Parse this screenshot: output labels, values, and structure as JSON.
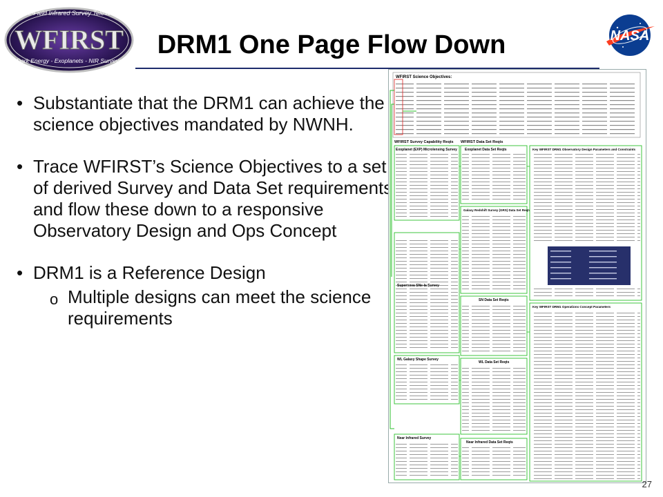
{
  "header": {
    "title": "DRM1 One Page Flow Down",
    "logo_left_text": "WFIRST",
    "logo_left_tagline": "Wide-Field Infrared Survey Telescope",
    "logo_left_subtitle": "Dark Energy - Exoplanets - NIR Surveys",
    "logo_right_text": "NASA"
  },
  "bullets": [
    {
      "text": "Substantiate that the DRM1 can achieve the science objectives mandated by NWNH."
    },
    {
      "text": "Trace WFIRST’s Science Objectives to a set of derived Survey and Data Set requirements, and flow these down to a responsive Observatory Design and Ops Concept"
    },
    {
      "text": "DRM1 is a Reference Design"
    }
  ],
  "subbullet": {
    "text": "Multiple designs can meet the science requirements"
  },
  "document_thumbnail": {
    "sections": {
      "objectives": "WFIRST Science Objectives:",
      "capability": "WFIRST Survey Capability Reqts",
      "dataset": "WFIRST Data Set Reqts",
      "observatory": "Key WFIRST DRM1 Observatory Design Parameters and Constraints",
      "ops": "Key WFIRST DRM1 Operations Concept Parameters",
      "microlensing": "Exoplanet (EXP) Microlensing Survey",
      "exoplanet_data": "Exoplanet Data Set Reqts",
      "grs_data": "Galaxy Redshift Survey (GRS) Data Set Reqts",
      "supernova": "Supernova SNe-Ia Survey",
      "sn_data": "SN Data Set Reqts",
      "wl": "WL Galaxy Shape Survey",
      "wl_data": "WL Data Set Reqts",
      "nir": "Near Infrared Survey",
      "nir_data": "Near Infrared Data Set Reqts"
    }
  },
  "page_number": "27",
  "colors": {
    "title_rule": "#1c2a6b",
    "doc_green": "#2bbf2b",
    "doc_red": "#d22",
    "doc_header_blue": "#27306b"
  }
}
